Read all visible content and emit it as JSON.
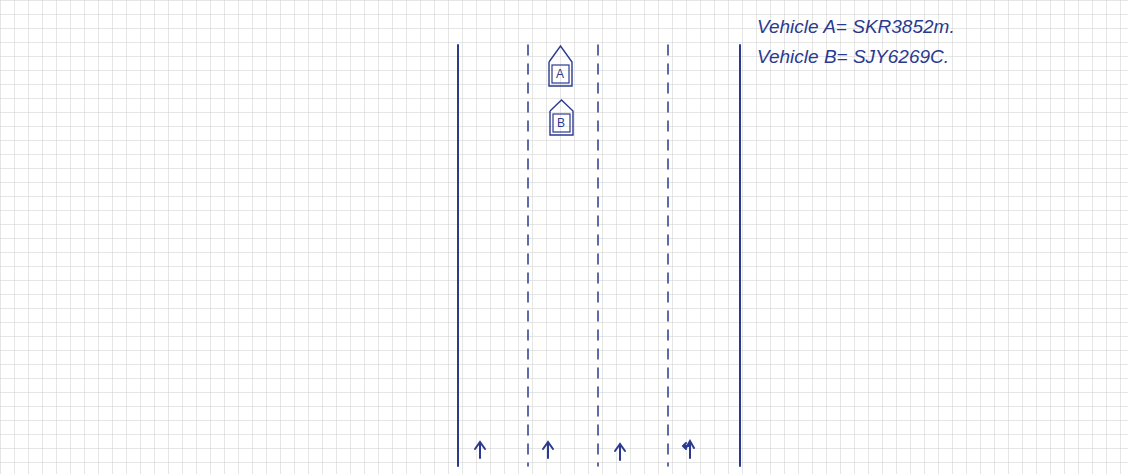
{
  "diagram": {
    "nodes": [
      {
        "text": [
          "A"
        ]
      },
      {
        "text": [
          "B"
        ]
      }
    ],
    "labels": [
      "Vehicle A= SKR3852m.",
      "Vehicle B= SJY6269C."
    ]
  }
}
